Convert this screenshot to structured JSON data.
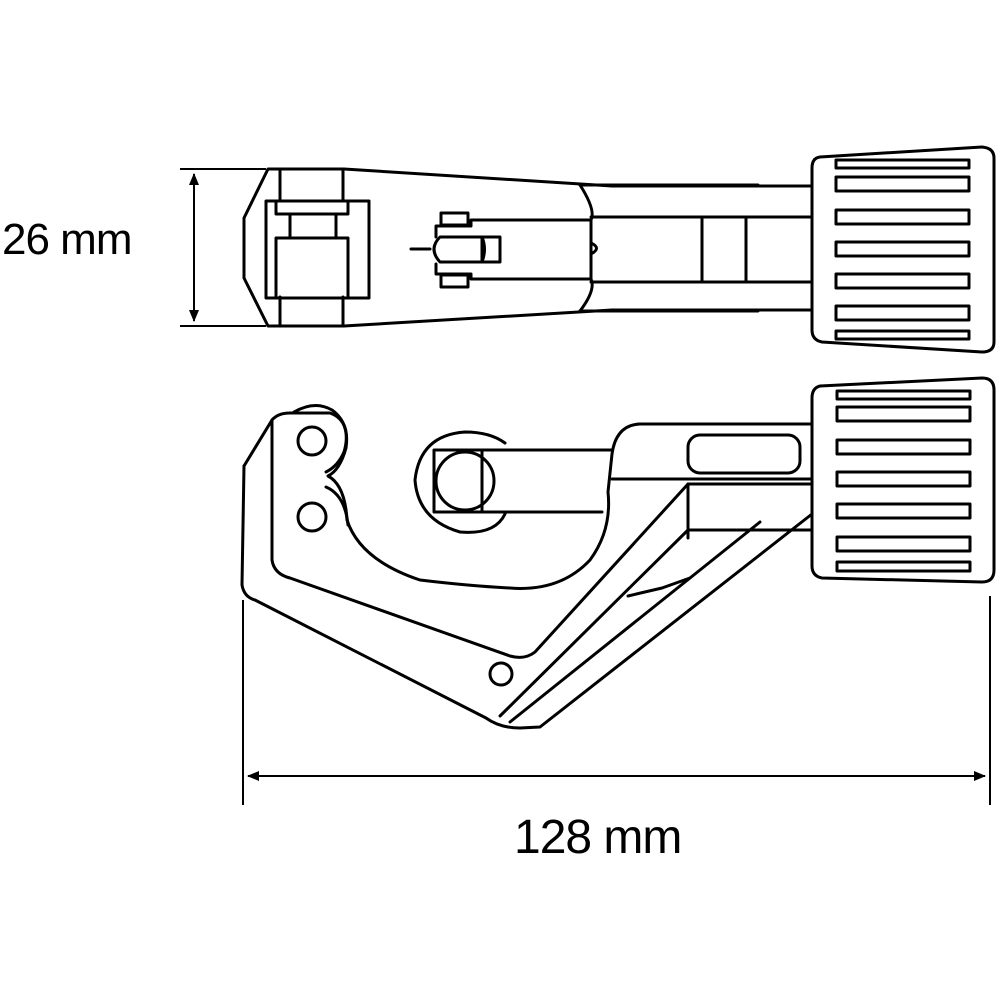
{
  "diagram": {
    "subject": "pipe-cutter",
    "views": [
      "top-view",
      "side-view"
    ],
    "line_color": "#000000",
    "background_color": "#ffffff"
  },
  "dimensions": {
    "height": {
      "value": 26,
      "unit": "mm",
      "label": "26 mm"
    },
    "length": {
      "value": 128,
      "unit": "mm",
      "label": "128 mm"
    }
  }
}
